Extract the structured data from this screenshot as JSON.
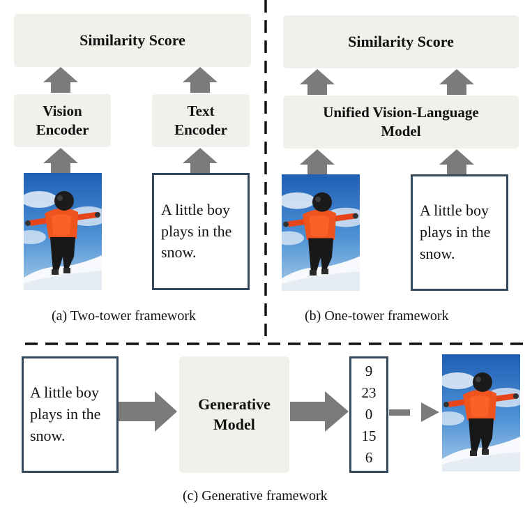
{
  "panel_a": {
    "score_label": "Similarity Score",
    "vision_encoder": [
      "Vision",
      "Encoder"
    ],
    "text_encoder": [
      "Text",
      "Encoder"
    ],
    "text_sample": [
      "A little boy",
      "plays in the",
      "snow."
    ],
    "caption": "(a) Two-tower framework"
  },
  "panel_b": {
    "score_label": "Similarity Score",
    "model_label": [
      "Unified Vision-Language",
      "Model"
    ],
    "text_sample": [
      "A little boy",
      "plays in the",
      "snow."
    ],
    "caption": "(b) One-tower framework"
  },
  "panel_c": {
    "text_sample": [
      "A little boy",
      "plays in the",
      "snow."
    ],
    "model_label": [
      "Generative",
      "Model"
    ],
    "tokens": [
      "9",
      "23",
      "0",
      "15",
      "6"
    ],
    "caption": "(c) Generative framework"
  },
  "colors": {
    "box_fill": "#f1f0ea",
    "text_border": "#34495b",
    "arrow": "#7b7b7b",
    "divider": "#111111"
  }
}
